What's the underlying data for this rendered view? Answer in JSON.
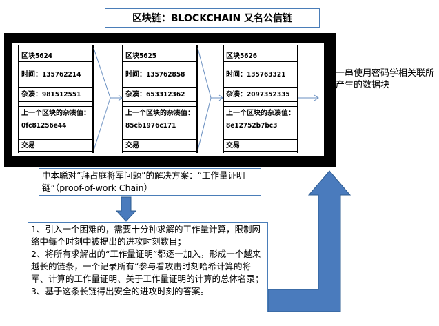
{
  "title": "区块链：BLOCKCHAIN 又名公信链",
  "blocks": [
    {
      "id": "区块5624",
      "time": "时间：135762214",
      "nonce": "杂凑：981512551",
      "prev_hash_label": "上一个区块的杂凑值：",
      "prev_hash": "0fc81256e44",
      "tx": "交易"
    },
    {
      "id": "区块5625",
      "time": "时间：135762858",
      "nonce": "杂凑：653312362",
      "prev_hash_label": "上一个区块的杂凑值：",
      "prev_hash": "85cb1976c171",
      "tx": "交易"
    },
    {
      "id": "区块5626",
      "time": "时间：135763321",
      "nonce": "杂凑：2097352335",
      "prev_hash_label": "上一个区块的杂凑值：",
      "prev_hash": "8e12752b7bc3",
      "tx": "交易"
    }
  ],
  "side_note": "一串使用密码学相关联所产生的数据块",
  "description": "中本聪对“拜占庭将军问题”的解决方案：“工作量证明链”（proof-of-work Chain）",
  "steps": [
    "1、引入一个困难的，需要十分钟求解的工作量计算，限制网络中每个时刻中被提出的进攻时刻数目；",
    "2、将所有求解出的“工作量证明”都逐一加入，形成一个越来越长的链条，一个记录所有“参与看攻击时刻哈希计算的将军、计算的工作量证明、关于工作量证明的计算的总体名录；",
    "3、基于这条长链得出安全的进攻时刻的答案。"
  ],
  "colors": {
    "accent_border": "#4a7db8",
    "arrow_fill": "#4a7bbd",
    "arrow_stroke": "#2e5c91",
    "link_line": "#6a8fc0"
  }
}
